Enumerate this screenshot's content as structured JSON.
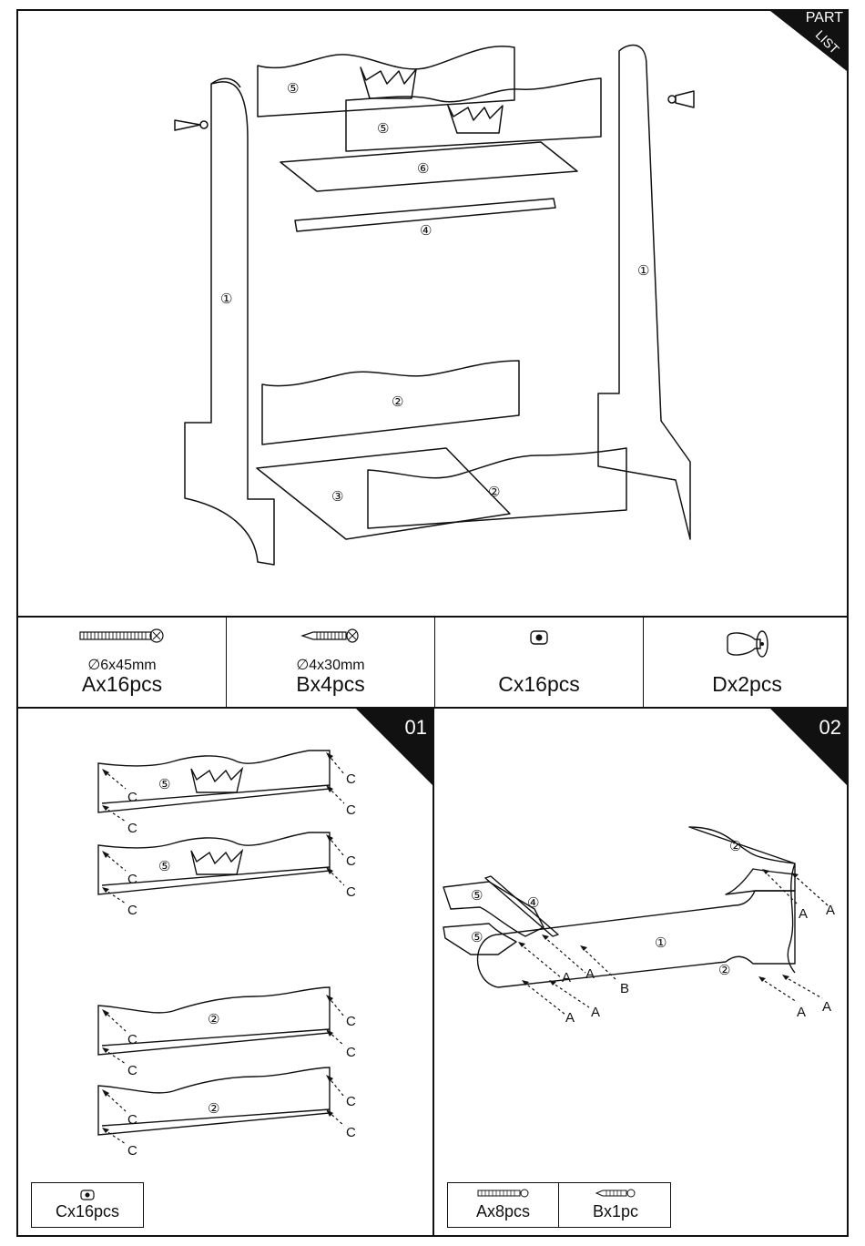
{
  "part_list": {
    "tag_line1": "PART",
    "tag_line2": "LIST",
    "labels": {
      "side_left": "①",
      "side_right": "①",
      "rail_low_back": "②",
      "rail_low_front": "②",
      "bottom_board": "③",
      "rod": "④",
      "crown_back": "⑤",
      "crown_front": "⑤",
      "shelf": "⑥"
    }
  },
  "hardware": [
    {
      "icon": "bolt-icon",
      "size": "∅6x45mm",
      "qty": "Ax16pcs"
    },
    {
      "icon": "screw-icon",
      "size": "∅4x30mm",
      "qty": "Bx4pcs"
    },
    {
      "icon": "dowel-nut-icon",
      "size": "",
      "qty": "Cx16pcs"
    },
    {
      "icon": "knob-icon",
      "size": "",
      "qty": "Dx2pcs"
    }
  ],
  "step1": {
    "number": "01",
    "panel_labels": [
      "⑤",
      "⑤",
      "②",
      "②"
    ],
    "hole_letter": "C",
    "box_qty": "Cx16pcs"
  },
  "step2": {
    "number": "02",
    "labels": {
      "side": "①",
      "rail_top": "②",
      "rail_bottom": "②",
      "rod": "④",
      "crown_a": "⑤",
      "crown_b": "⑤"
    },
    "letter_a": "A",
    "letter_b": "B",
    "box_qty_a": "Ax8pcs",
    "box_qty_b": "Bx1pc"
  }
}
